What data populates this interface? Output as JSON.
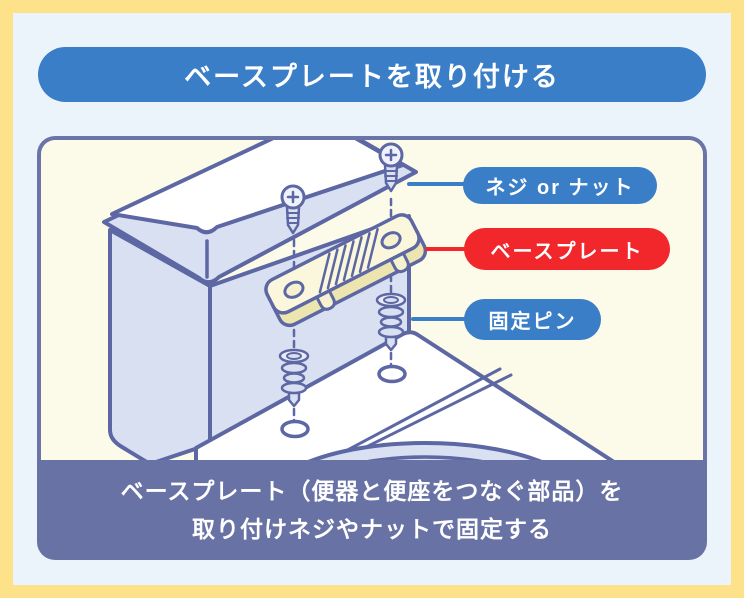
{
  "header": {
    "title": "ベースプレートを取り付ける"
  },
  "figure": {
    "labels": [
      {
        "id": "screw-or-nut",
        "text": "ネジ or ナット",
        "color": "#3A7EC8"
      },
      {
        "id": "base-plate",
        "text": "ベースプレート",
        "color": "#F1272B"
      },
      {
        "id": "fixing-pin",
        "text": "固定ピン",
        "color": "#3A7EC8"
      }
    ]
  },
  "caption": {
    "line1": "ベースプレート（便器と便座をつなぐ部品）を",
    "line2": "取り付けネジやナットで固定する"
  },
  "colors": {
    "frame_yellow": "#FDE289",
    "page_bg": "#ECF4FB",
    "accent_blue": "#3A7EC8",
    "accent_red": "#F1272B",
    "caption_bar": "#6872A4",
    "box_border": "#6B74A8",
    "outline": "#5C67A3",
    "tank_lavender": "#D8E0F2",
    "figure_bg": "#FCFAE8",
    "plate_cream": "#FBF7DC",
    "plate_side": "#EDE5B0"
  }
}
